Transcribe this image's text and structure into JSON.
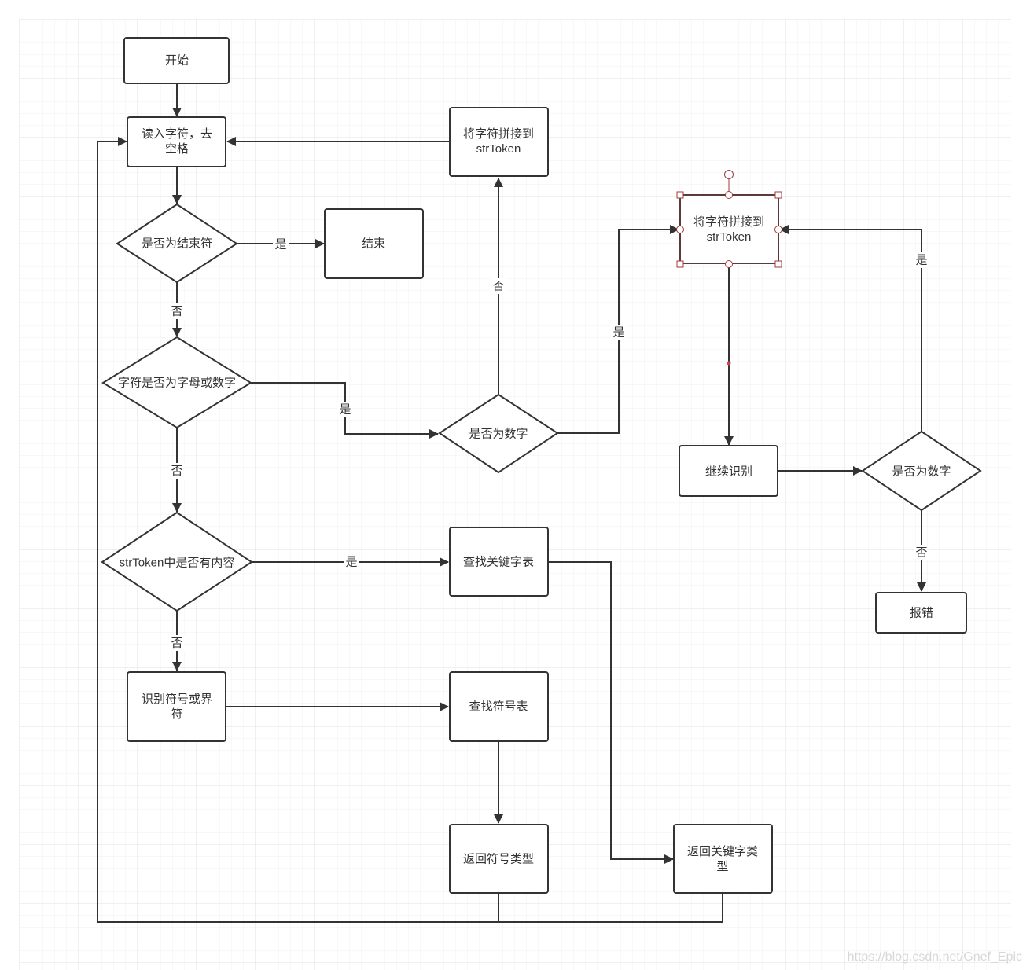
{
  "nodes": {
    "start": {
      "lines": [
        "开始"
      ]
    },
    "read_char": {
      "lines": [
        "读入字符，去",
        "空格"
      ]
    },
    "is_end": {
      "lines": [
        "是否为结束符"
      ]
    },
    "end": {
      "lines": [
        "结束"
      ]
    },
    "is_alnum": {
      "lines": [
        "字符是否为字母或数字"
      ]
    },
    "concat_top": {
      "lines": [
        "将字符拼接到",
        "strToken"
      ]
    },
    "is_digit_mid": {
      "lines": [
        "是否为数字"
      ]
    },
    "concat_selected": {
      "lines": [
        "将字符拼接到",
        "strToken"
      ]
    },
    "continue_recognize": {
      "lines": [
        "继续识别"
      ]
    },
    "is_digit_right": {
      "lines": [
        "是否为数字"
      ]
    },
    "report_error": {
      "lines": [
        "报错"
      ]
    },
    "has_content": {
      "lines": [
        "strToken中是否有内容"
      ]
    },
    "lookup_keyword": {
      "lines": [
        "查找关键字表"
      ]
    },
    "recognize_symbol": {
      "lines": [
        "识别符号或界",
        "符"
      ]
    },
    "lookup_symbol": {
      "lines": [
        "查找符号表"
      ]
    },
    "return_symbol": {
      "lines": [
        "返回符号类型"
      ]
    },
    "return_keyword": {
      "lines": [
        "返回关键字类",
        "型"
      ]
    }
  },
  "edge_labels": {
    "yes": "是",
    "no": "否"
  },
  "watermark": "https://blog.csdn.net/Gnef_Epic",
  "colors": {
    "stroke": "#333333",
    "selected_stroke": "#5a3a3a",
    "handle": "#a33a3a",
    "grid_minor": "#f1f1f1",
    "grid_major": "#e2e2e2"
  }
}
